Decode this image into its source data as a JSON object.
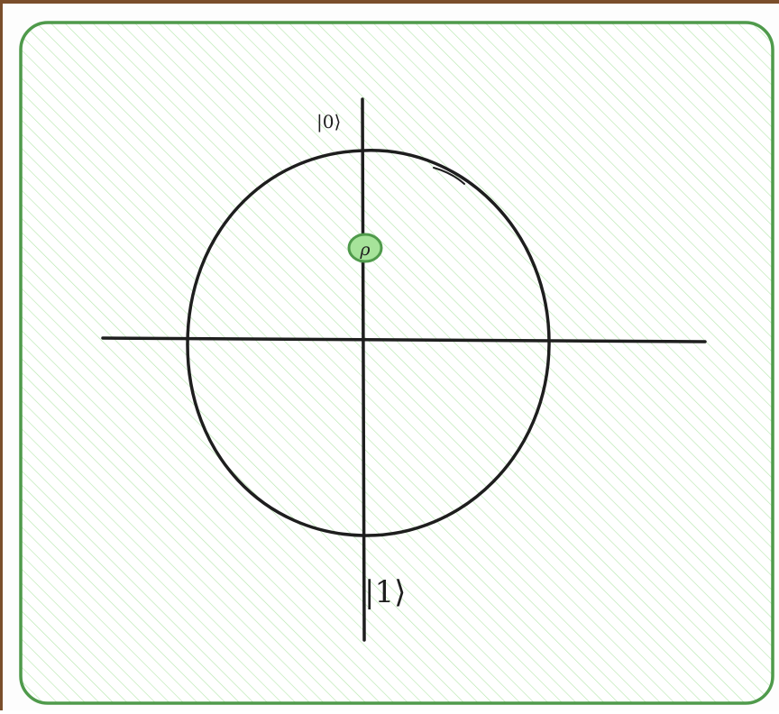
{
  "diagram": {
    "top_state_label": "|0⟩",
    "bottom_state_label": "|1⟩",
    "point_label": "ρ",
    "colors": {
      "card_stroke": "#4f9a4b",
      "hatch": "#b9e8b0",
      "ink": "#1e1e1e",
      "point_fill": "#a6e39a",
      "point_stroke": "#4f9a4b"
    }
  }
}
